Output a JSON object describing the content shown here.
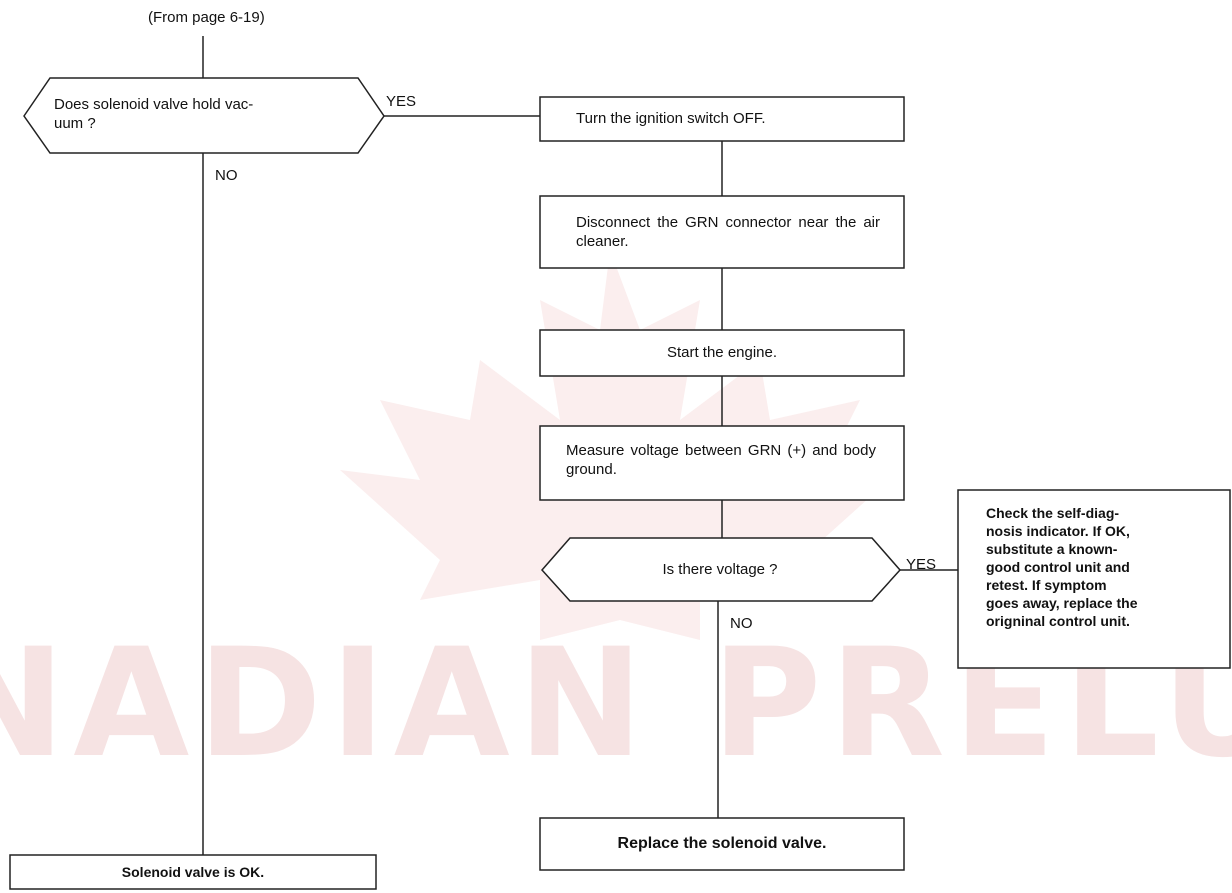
{
  "reference": "(From page 6-19)",
  "decision_solenoid": "Does solenoid valve hold vac-\nuum ?",
  "decision_voltage": "Is there voltage ?",
  "yes_label": "YES",
  "no_label": "NO",
  "step_ignition": "Turn the ignition switch OFF.",
  "step_disconnect": "Disconnect the GRN connector near the air cleaner.",
  "step_start": "Start the engine.",
  "step_measure": "Measure voltage between GRN (+) and body ground.",
  "step_replace": "Replace the solenoid valve.",
  "result_ok": "Solenoid valve is OK.",
  "note_check": "Check the self-diag-\nnosis indicator. If OK,\nsubstitute a known-\ngood control unit and\nretest. If symptom\ngoes away, replace the\norigninal control unit.",
  "watermark_text": "CANADIAN PRELUDE",
  "colors": {
    "line": "#222222",
    "watermark": "#f6e3e3",
    "watermark_leaf": "#fbeeee"
  }
}
